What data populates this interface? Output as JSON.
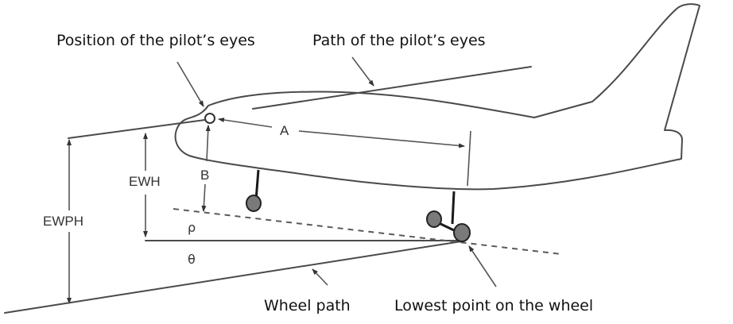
{
  "diagram": {
    "type": "aircraft eye-height geometry",
    "callouts": {
      "eye_position": "Position of the pilot’s eyes",
      "eye_path": "Path of the pilot’s eyes",
      "wheel_path": "Wheel path",
      "lowest_point": "Lowest point on the wheel"
    },
    "dimensions": {
      "a": "A",
      "b": "B",
      "ewh": "EWH",
      "ewph": "EWPH"
    },
    "angles": {
      "rho": "ρ",
      "theta": "θ"
    },
    "eye_marker": "O"
  }
}
